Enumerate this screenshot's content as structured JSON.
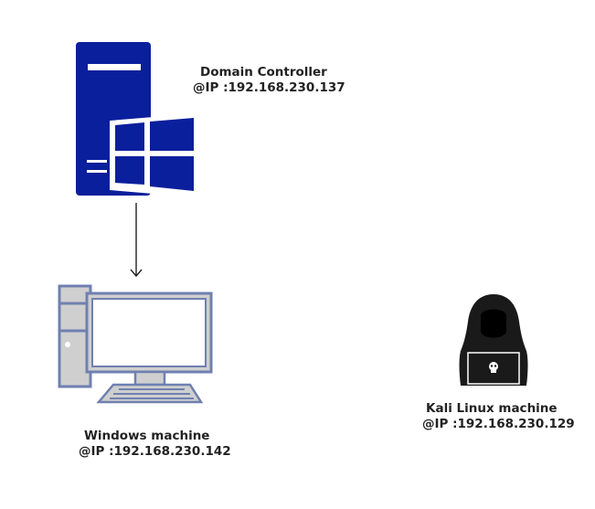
{
  "nodes": {
    "domain_controller": {
      "name": "Domain Controller",
      "ip": "@IP :192.168.230.137",
      "icon": "windows-server-icon",
      "color": "#0a1f9c"
    },
    "windows_machine": {
      "name": "Windows machine",
      "ip": "@IP :192.168.230.142",
      "icon": "desktop-computer-icon",
      "color": "#6f80b0"
    },
    "kali_machine": {
      "name": "Kali Linux machine",
      "ip": "@IP :192.168.230.129",
      "icon": "hooded-hacker-icon",
      "color": "#1a1a1a"
    }
  },
  "edges": [
    {
      "from": "domain_controller",
      "to": "windows_machine",
      "style": "arrow"
    }
  ]
}
